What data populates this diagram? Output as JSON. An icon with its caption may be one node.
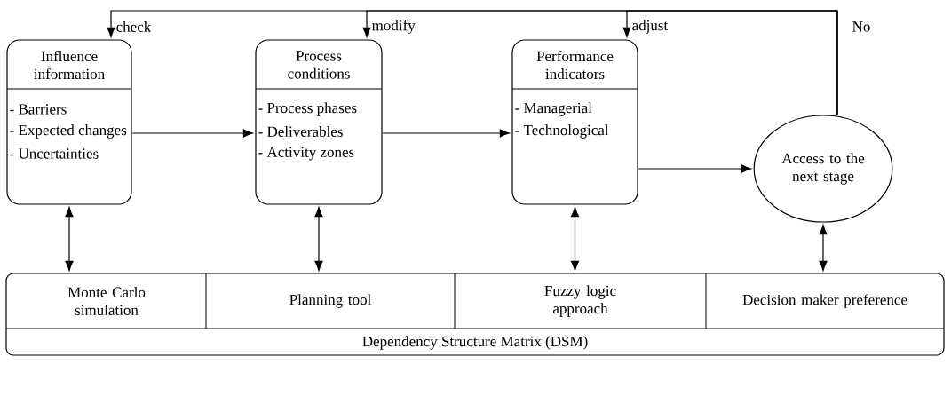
{
  "diagram": {
    "nodes": [
      {
        "text": [
          "Influence information",
          "- Barriers",
          "- Expected changes",
          "- Uncertainties"
        ]
      },
      {
        "text": [
          "Process conditions",
          "- Process phases",
          "- Deliverables",
          "- Activity zones"
        ]
      },
      {
        "text": [
          "Performance indicators",
          "- Managerial",
          "- Technological"
        ]
      },
      {
        "text": [
          "Access to the next stage"
        ]
      },
      {
        "text": [
          "Dependency Structure Matrix (DSM)"
        ]
      },
      {
        "text": [
          "Monte Carlo simulation"
        ],
        "in": 4
      },
      {
        "text": [
          "Planning tool"
        ],
        "in": 4
      },
      {
        "text": [
          "Fuzzy logic approach"
        ],
        "in": 4
      },
      {
        "text": [
          "Decision maker preference"
        ],
        "in": 4
      }
    ],
    "edges": [
      {
        "from": 0,
        "to": 1,
        "arrow": "to"
      },
      {
        "from": 1,
        "to": 2,
        "arrow": "to"
      },
      {
        "from": 2,
        "to": 3,
        "arrow": "to"
      },
      {
        "from": 3,
        "to": 0,
        "arrow": "to",
        "label": "check"
      },
      {
        "from": 3,
        "to": 1,
        "arrow": "to",
        "label": "modify"
      },
      {
        "from": 3,
        "to": 2,
        "arrow": "to",
        "label": "adjust"
      },
      {
        "from": 0,
        "to": 5,
        "arrow": "both"
      },
      {
        "from": 1,
        "to": 6,
        "arrow": "both"
      },
      {
        "from": 2,
        "to": 7,
        "arrow": "both"
      },
      {
        "from": 3,
        "to": 8,
        "arrow": "both"
      }
    ],
    "labels": [
      "No"
    ]
  }
}
